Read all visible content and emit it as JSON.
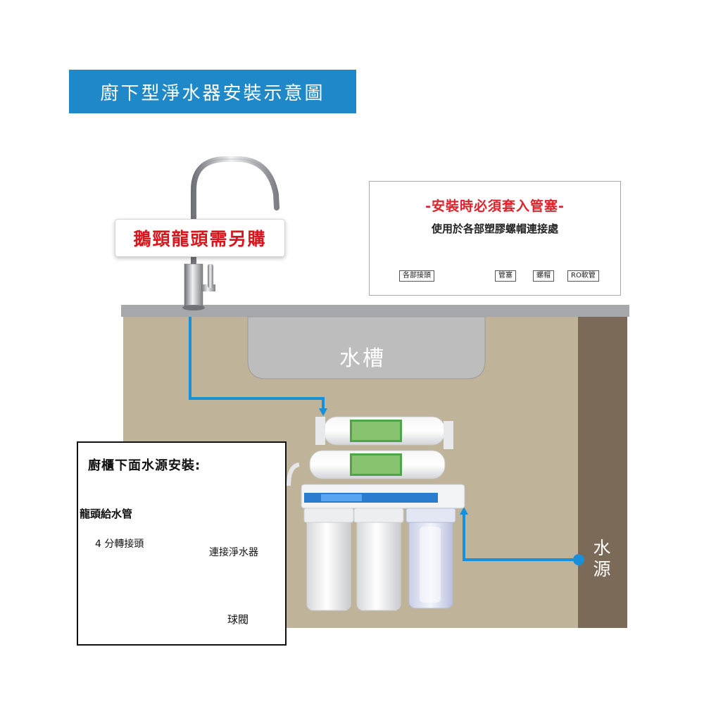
{
  "title": "廚下型淨水器安裝示意圖",
  "faucet_label": "鵝頸龍頭需另購",
  "notice": {
    "title": "-安裝時必須套入管塞-",
    "subtitle": "使用於各部塑膠螺帽連接處",
    "parts": [
      "各部接頭",
      "管塞",
      "螺帽",
      "RO軟管"
    ]
  },
  "sink_label": "水槽",
  "water_source_label": "水源",
  "inset": {
    "title": "廚櫃下面水源安裝:",
    "labels": {
      "supply_pipe": "龍頭給水管",
      "adapter": "4 分轉接頭",
      "connect": "連接淨水器",
      "ball_valve": "球閥"
    }
  },
  "colors": {
    "banner": "#1e88c9",
    "pipe": "#1a8fd8",
    "cabinet": "#bfb39a",
    "wall": "#7a6a57",
    "counter": "#a6a8ab",
    "sink": "#bdbdbd",
    "red_text": "#d8161e"
  }
}
